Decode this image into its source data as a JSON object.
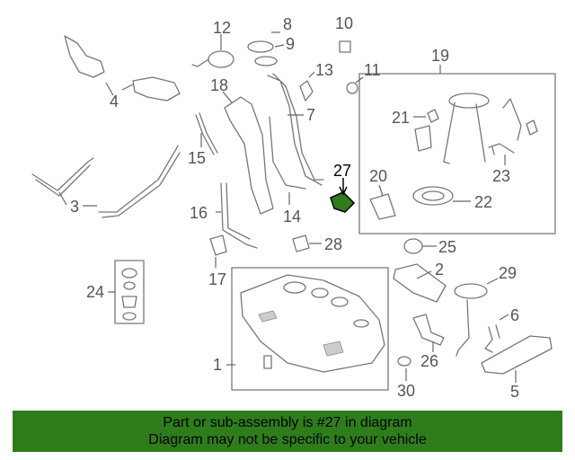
{
  "callouts": {
    "c1": "1",
    "c2": "2",
    "c3": "3",
    "c4": "4",
    "c5": "5",
    "c6": "6",
    "c7": "7",
    "c8": "8",
    "c9": "9",
    "c10": "10",
    "c11": "11",
    "c12": "12",
    "c13": "13",
    "c14": "14",
    "c15": "15",
    "c16": "16",
    "c17": "17",
    "c18": "18",
    "c19": "19",
    "c20": "20",
    "c21": "21",
    "c22": "22",
    "c23": "23",
    "c24": "24",
    "c25": "25",
    "c26": "26",
    "c27": "27",
    "c28": "28",
    "c29": "29",
    "c30": "30"
  },
  "highlight": {
    "part_number": "27",
    "color": "#2e7d1a"
  },
  "banner": {
    "line1": "Part or sub-assembly is #27 in diagram",
    "line2": "Diagram may not be specific to your vehicle",
    "background": "#2e7d1a"
  }
}
